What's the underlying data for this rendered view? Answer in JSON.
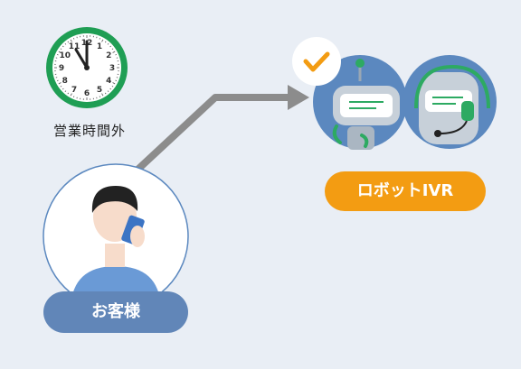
{
  "clock": {
    "numerals": [
      "12",
      "1",
      "2",
      "3",
      "4",
      "5",
      "6",
      "7",
      "8",
      "9",
      "10",
      "11"
    ],
    "label": "営業時間外",
    "ring_color": "#1f9e54"
  },
  "robot": {
    "label": "ロボットIVR",
    "pill_color": "#f39c12",
    "circle_color": "#5b88bf",
    "visor_color": "#ffffff",
    "accent_color": "#2daa62"
  },
  "customer": {
    "label": "お客様",
    "pill_color": "#6186b8",
    "shirt_color": "#6a9ad6",
    "skin_color": "#f7dccb",
    "hair_color": "#222222"
  },
  "arrow": {
    "color": "#8c8c8c"
  },
  "check": {
    "color": "#f39c12"
  }
}
